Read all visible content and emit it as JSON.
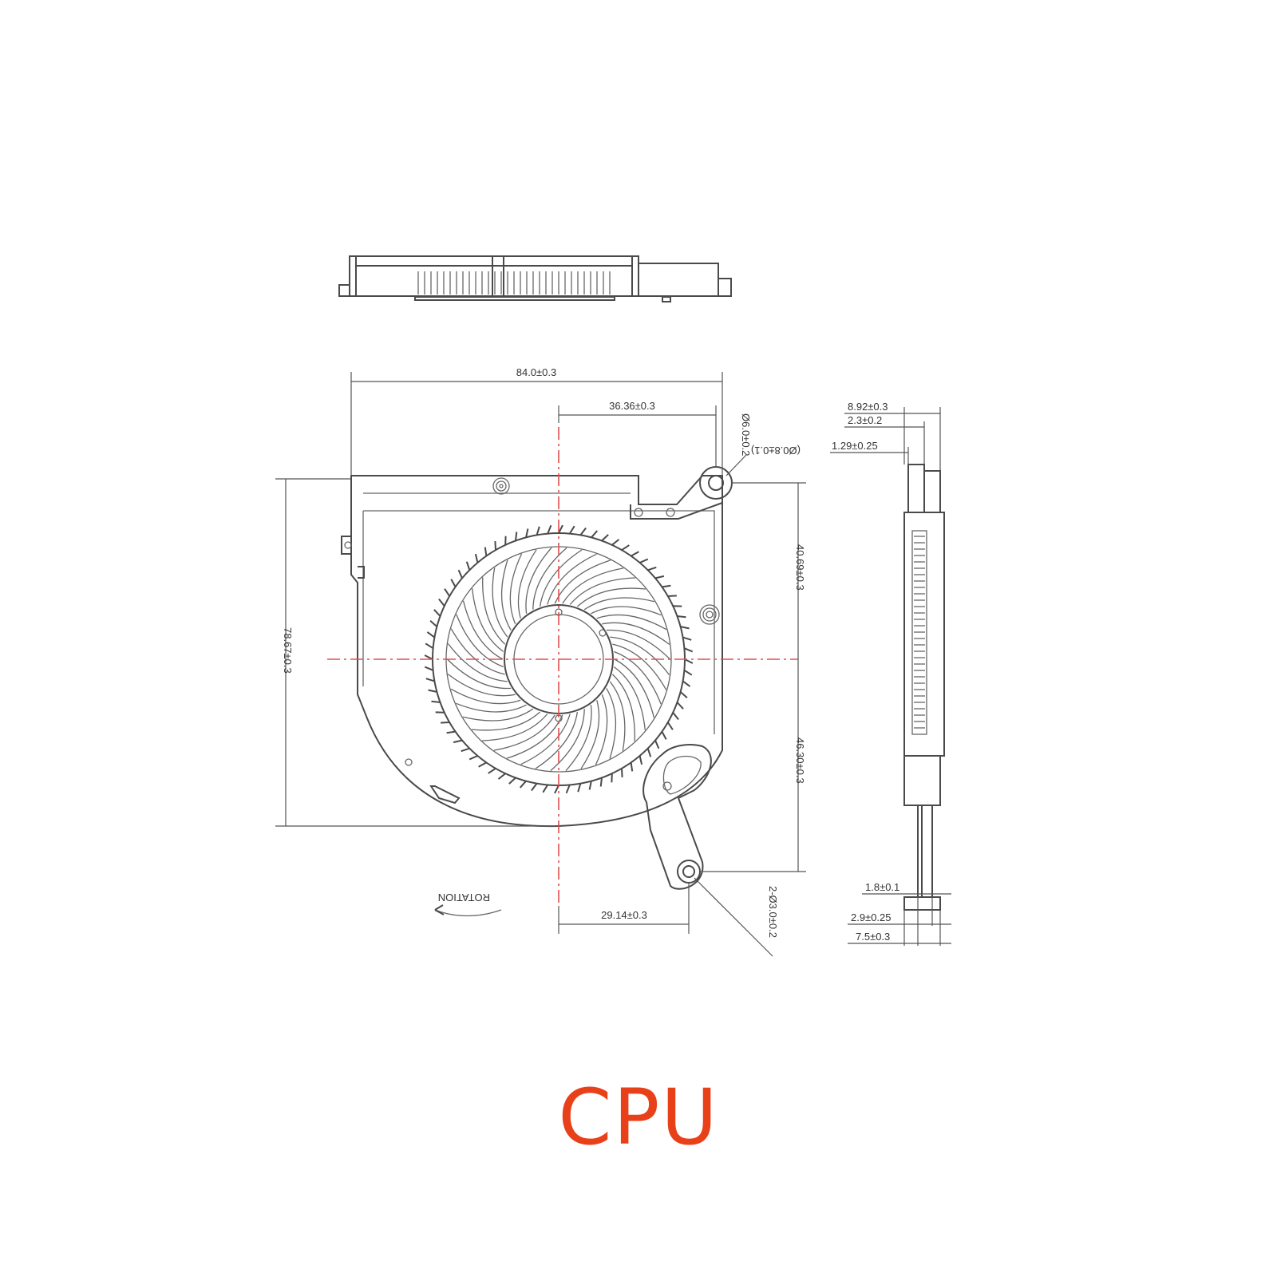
{
  "caption": {
    "text": "CPU",
    "color": "#e8411a"
  },
  "dimensions": {
    "width_overall": "84.0±0.3",
    "center_to_tab": "36.36±0.3",
    "tab_hole": "Ø6.0±0.2",
    "tab_hole_note": "(Ø0.8±0.1)",
    "height_overall": "78.67±0.3",
    "center_to_top": "40.69±0.3",
    "center_to_bottom": "46.30±0.3",
    "center_to_lower_tab": "29.14±0.3",
    "mount_holes": "2-Ø3.0±0.2",
    "rotation": "ROTATION",
    "side_thickness": "8.92±0.3",
    "side_step": "2.3±0.2",
    "side_plate": "1.29±0.25",
    "side_tab": "1.8±0.1",
    "side_base": "2.9±0.25",
    "side_depth": "7.5±0.3"
  },
  "colors": {
    "line": "#4a4a4a",
    "centerline": "#e05050"
  }
}
